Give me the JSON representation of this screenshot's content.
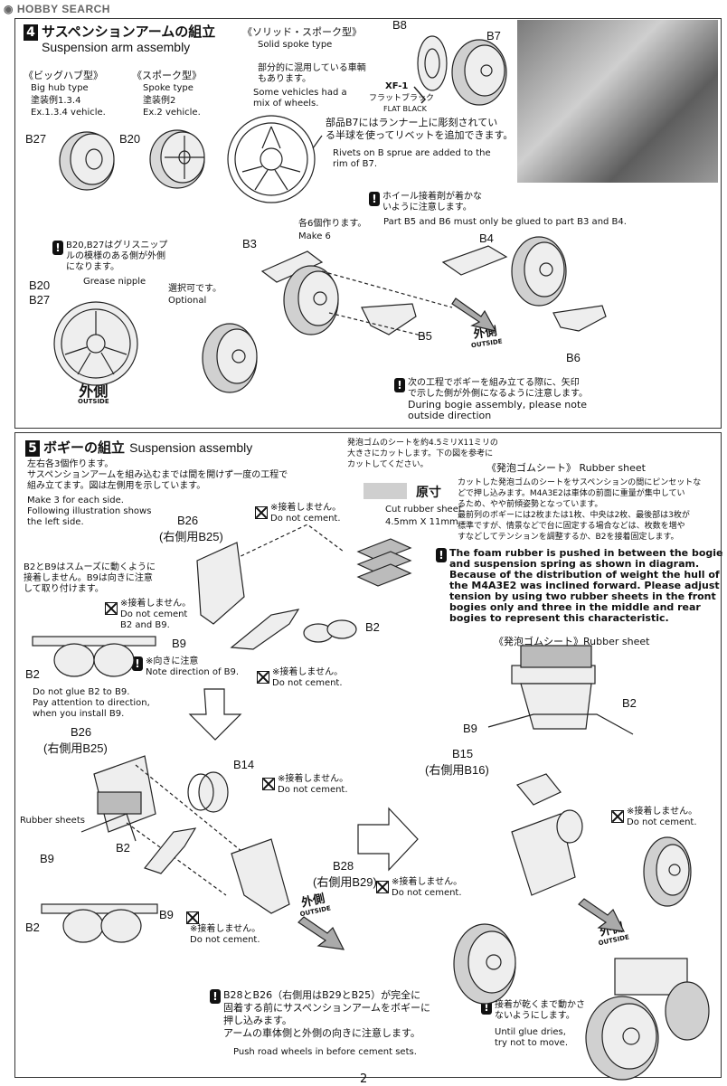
{
  "header": {
    "logo": "HOBBY SEARCH"
  },
  "step4": {
    "number": "4",
    "title_jp": "サスペンションアームの組立",
    "title_en": "Suspension arm assembly",
    "solid_jp": "《ソリッド・スポーク型》",
    "solid_en": "Solid spoke type",
    "mixed_jp1": "部分的に混用している車輌",
    "mixed_jp2": "もあります。",
    "mixed_en1": "Some vehicles had a",
    "mixed_en2": "mix of wheels.",
    "bighub_jp": "《ビッグハブ型》",
    "bighub_en": "Big hub type",
    "bighub_ex_jp": "塗装例1.3.4",
    "bighub_ex_en": "Ex.1.3.4 vehicle.",
    "spoke_jp": "《スポーク型》",
    "spoke_en": "Spoke type",
    "spoke_ex_jp": "塗装例2",
    "spoke_ex_en": "Ex.2 vehicle.",
    "paint_code": "XF-1",
    "paint_jp": "フラットブラック",
    "paint_en": "FLAT BLACK",
    "rivet_jp1": "部品B7にはランナー上に彫刻されてい",
    "rivet_jp2": "る半球を使ってリベットを追加できます。",
    "rivet_en1": "Rivets on B sprue are added to the",
    "rivet_en2": "rim of B7.",
    "grease_jp1": "B20,B27はグリスニップ",
    "grease_jp2": "ルの模様のある側が外側",
    "grease_jp3": "になります。",
    "grease_en": "Grease nipple",
    "make6_jp": "各6個作ります。",
    "make6_en": "Make 6",
    "optional_jp": "選択可です。",
    "optional_en": "Optional",
    "glue_jp1": "ホイール接着剤が着かな",
    "glue_jp2": "いように注意します。",
    "glue_en": "Part B5 and B6 must only be glued to part B3 and B4.",
    "bogie_jp1": "次の工程でボギーを組み立てる際に、矢印",
    "bogie_jp2": "で示した側が外側になるように注意します。",
    "bogie_en1": "During bogie assembly, please note",
    "bogie_en2": "outside direction",
    "outside_jp": "外側",
    "outside_en": "OUTSIDE",
    "parts": {
      "B8": "B8",
      "B7": "B7",
      "B27": "B27",
      "B20": "B20",
      "B3": "B3",
      "B4": "B4",
      "B5": "B5",
      "B6": "B6"
    }
  },
  "step5": {
    "number": "5",
    "title_jp": "ボギーの組立",
    "title_en": "Suspension assembly",
    "intro_jp1": "左右各3個作ります。",
    "intro_jp2": "サスペンションアームを組み込むまでは間を開けず一度の工程で",
    "intro_jp3": "組み立てます。図は左側用を示しています。",
    "intro_en1": "Make 3 for each side.",
    "intro_en2": "Following illustration shows",
    "intro_en3": "the left side.",
    "cut_jp1": "発泡ゴムのシートを約4.5ミリX11ミリの",
    "cut_jp2": "大きさにカットします。下の図を参考に",
    "cut_jp3": "カットしてください。",
    "actual_size_jp": "原寸",
    "cut_en": "Cut rubber sheet.",
    "cut_size": "4.5mm X 11mm",
    "rubber_jp": "《発泡ゴムシート》",
    "rubber_en": "Rubber sheet",
    "foam_jp1": "カットした発泡ゴムのシートをサスペンションの間にピンセットな",
    "foam_jp2": "どで押し込みます。M4A3E2は車体の前面に重量が集中してい",
    "foam_jp3": "るため、やや前傾姿勢となっています。",
    "foam_jp4": "最前列のボギーには2枚または1枚、中央は2枚、最後部は3枚が",
    "foam_jp5": "標準ですが、情景などで台に固定する場合などは、枚数を増や",
    "foam_jp6": "すなどしてテンションを調整するか、B2を接着固定します。",
    "foam_en1": "The foam rubber is pushed in between the bogie",
    "foam_en2": "and suspension spring as shown in diagram.",
    "foam_en3": "Because of the distribution of weight the hull of",
    "foam_en4": "the M4A3E2 was inclined forward. Please adjust",
    "foam_en5": "tension by using two rubber sheets in the front",
    "foam_en6": "bogies only and three in the middle and rear",
    "foam_en7": "bogies to represent this characteristic.",
    "rubber2_jp": "《発泡ゴムシート》",
    "rubber2_en": "Rubber sheet",
    "nocement_jp": "※接着しません。",
    "nocement_en": "Do not cement.",
    "nocement2_en": "Do not cement",
    "nocement2_b": "B2 and B9.",
    "smooth_jp1": "B2とB9はスムーズに動くように",
    "smooth_jp2": "接着しません。B9は向きに注意",
    "smooth_jp3": "して取り付けます。",
    "note_dir_jp": "※向きに注意",
    "note_dir_en": "Note direction of B9.",
    "noglue_en1": "Do not glue B2 to B9.",
    "noglue_en2": "Pay attention to direction,",
    "noglue_en3": "when you install B9.",
    "b26": "B26",
    "b26_right": "(右側用B25)",
    "b15": "B15",
    "b15_right": "(右側用B16)",
    "b28": "B28",
    "b28_right": "(右側用B29)",
    "rubber_sheets": "Rubber sheets",
    "push_jp1": "B28とB26（右側用はB29とB25）が完全に",
    "push_jp2": "固着する前にサスペンションアームをボギーに",
    "push_jp3": "押し込みます。",
    "push_jp4": "アームの車体側と外側の向きに注意します。",
    "push_en": "Push road wheels in before cement sets.",
    "dry_jp1": "接着が乾くまで動かさ",
    "dry_jp2": "ないようにします。",
    "dry_en1": "Until glue dries,",
    "dry_en2": "try not to move.",
    "outside_jp": "外側",
    "outside_en": "OUTSIDE",
    "parts": {
      "B2": "B2",
      "B9": "B9",
      "B14": "B14"
    }
  },
  "footer": {
    "page": "2"
  }
}
